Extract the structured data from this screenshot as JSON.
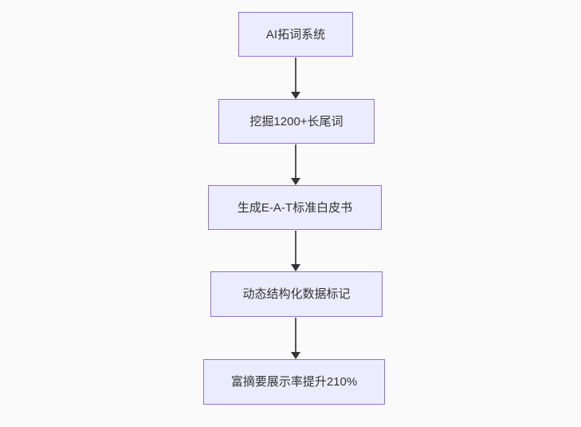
{
  "diagram": {
    "type": "flowchart",
    "direction": "top-down",
    "colors": {
      "background": "#fafafa",
      "node_fill": "#ECECFF",
      "node_border": "#9370DB",
      "text": "#333333",
      "arrow_line": "#555555",
      "arrow_head": "#333333"
    },
    "nodes": [
      {
        "label": "AI拓词系统"
      },
      {
        "label": "挖掘1200+长尾词"
      },
      {
        "label": "生成E-A-T标准白皮书"
      },
      {
        "label": "动态结构化数据标记"
      },
      {
        "label": "富摘要展示率提升210%"
      }
    ],
    "edges": [
      {
        "from": "AI拓词系统",
        "to": "挖掘1200+长尾词",
        "style": "arrow-down"
      },
      {
        "from": "挖掘1200+长尾词",
        "to": "生成E-A-T标准白皮书",
        "style": "arrow-down"
      },
      {
        "from": "生成E-A-T标准白皮书",
        "to": "动态结构化数据标记",
        "style": "arrow-down"
      },
      {
        "from": "动态结构化数据标记",
        "to": "富摘要展示率提升210%",
        "style": "arrow-down"
      }
    ]
  }
}
